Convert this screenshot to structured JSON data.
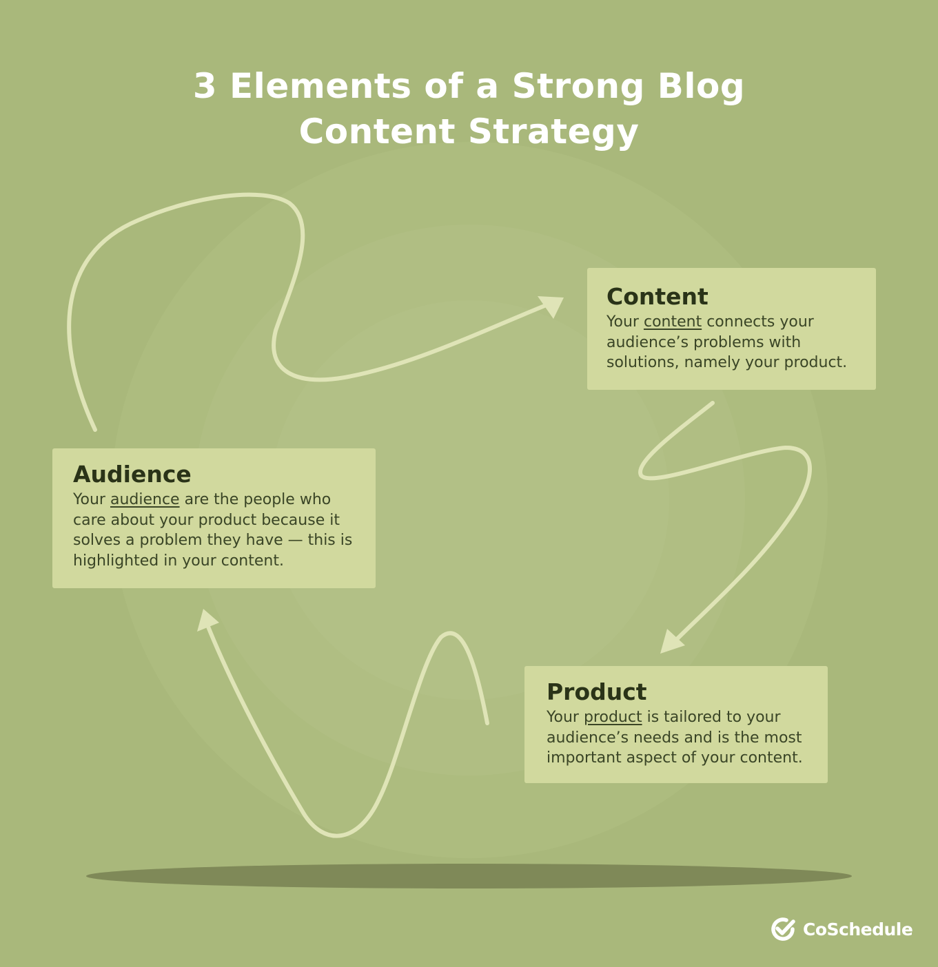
{
  "title": {
    "line1": "3 Elements of a Strong Blog",
    "line2": "Content Strategy"
  },
  "cards": {
    "content": {
      "heading": "Content",
      "text_before": "Your ",
      "keyword": "content",
      "text_after": " connects your audience’s problems with solutions, namely your product."
    },
    "audience": {
      "heading": "Audience",
      "text_before": "Your ",
      "keyword": "audience",
      "text_after": " are the people who care about your product because it solves a problem they have — this is highlighted in your content."
    },
    "product": {
      "heading": "Product",
      "text_before": "Your ",
      "keyword": "product",
      "text_after": " is tailored to your audience’s needs and is the most important aspect of your content."
    }
  },
  "brand": {
    "name": "CoSchedule",
    "icon": "checkmark-icon"
  },
  "colors": {
    "background": "#a9b87b",
    "card": "#d1d99e",
    "arrow": "#dfe4b7",
    "shadow": "#7f8958",
    "title": "#ffffff"
  }
}
